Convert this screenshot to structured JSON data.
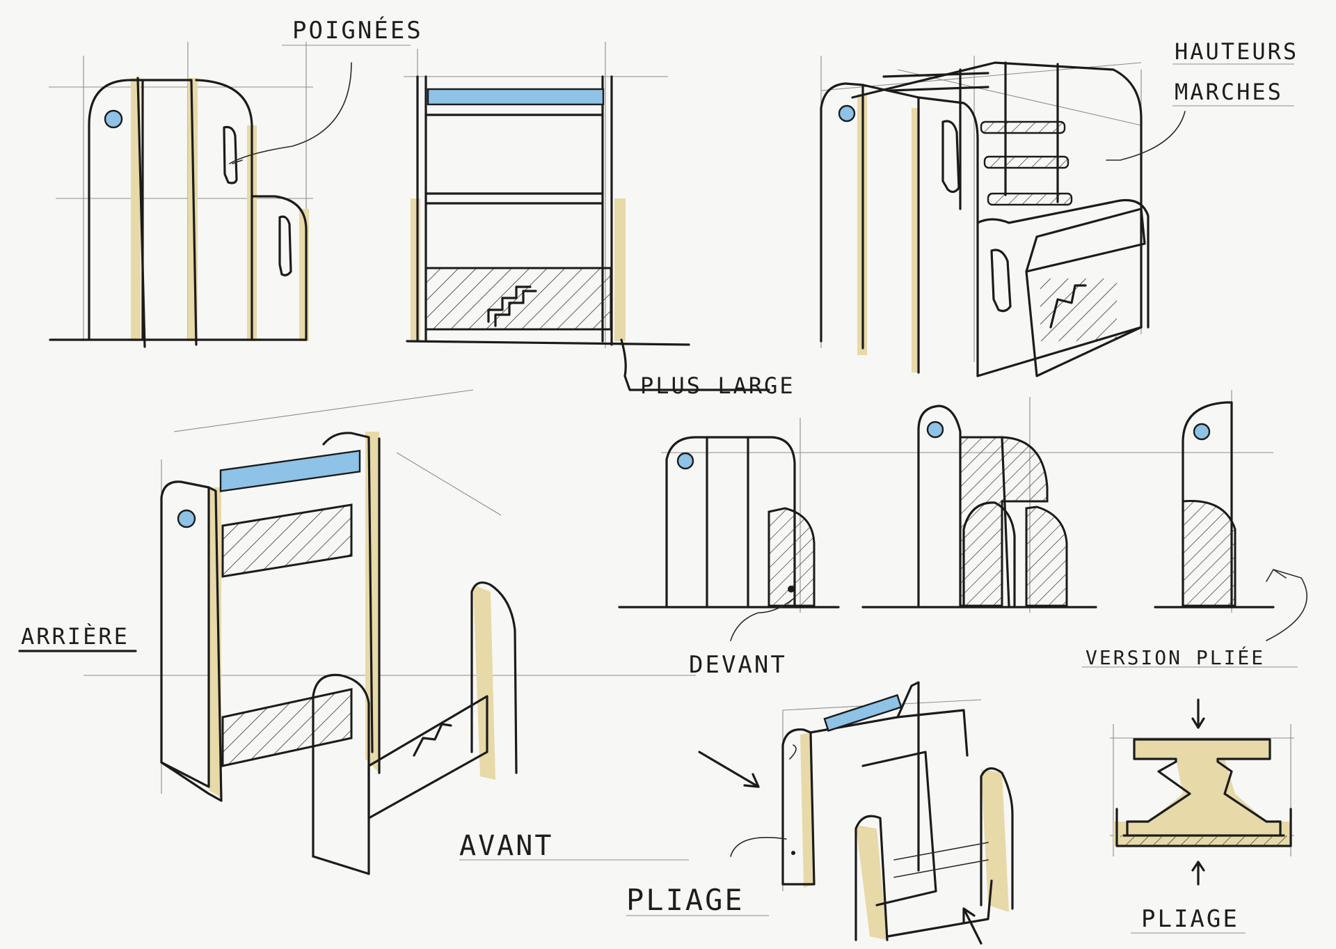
{
  "labels": {
    "poignees": "POIGNÉES",
    "plus_large": "PLUS LARGE",
    "hauteurs": "HAUTEURS",
    "marches": "MARCHES",
    "arriere": "ARRIÈRE",
    "avant": "AVANT",
    "devant": "DEVANT",
    "version_pliee": "VERSION PLIÉE",
    "pliage_center": "PLIAGE",
    "pliage_right": "PLIAGE"
  },
  "colors": {
    "ink": "#1b1b1b",
    "paper": "#f7f7f5",
    "wood": "#e7d9a8",
    "blue_bar": "#8ec2e6"
  }
}
